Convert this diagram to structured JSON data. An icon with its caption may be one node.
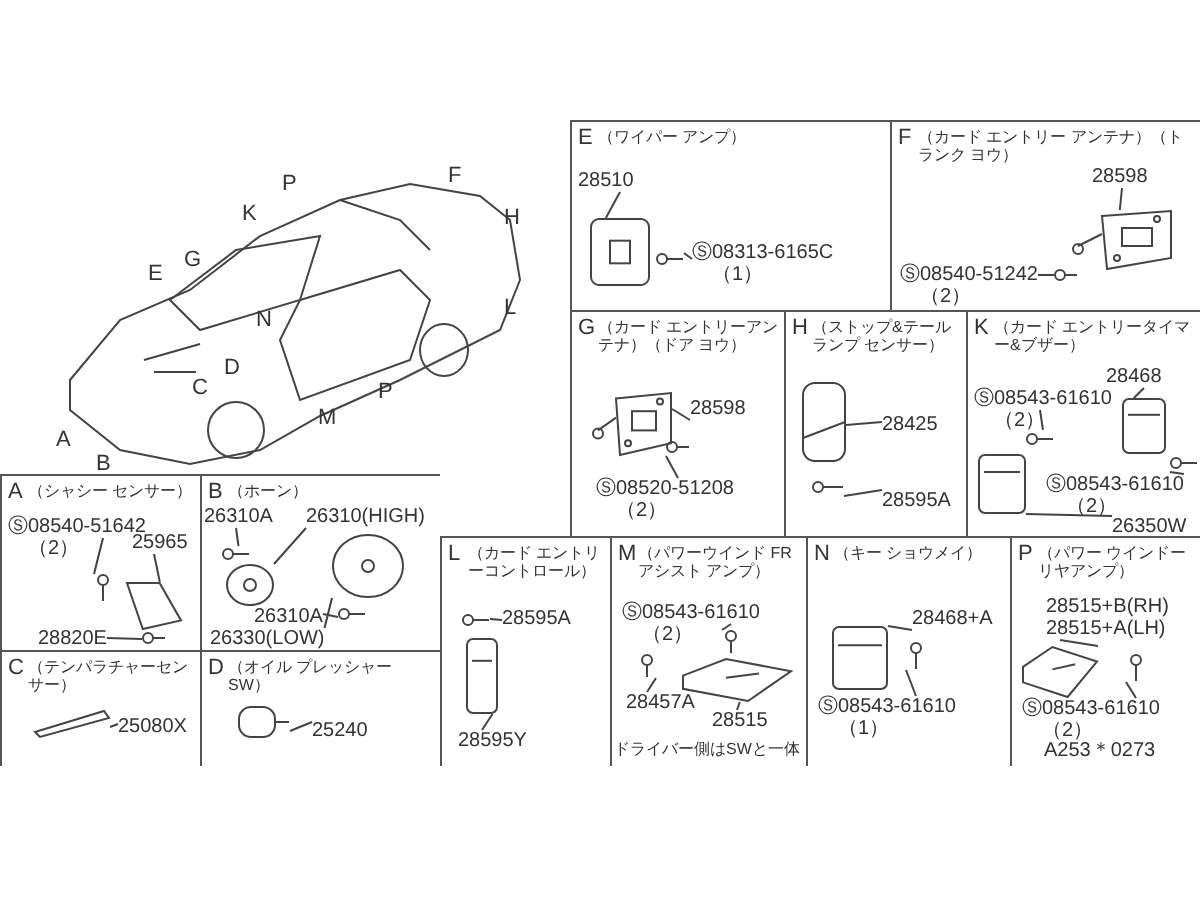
{
  "diagram": {
    "nodes": [
      {
        "text": [
          "E",
          "（ワイパー アンプ）"
        ]
      },
      {
        "text": [
          "F",
          "（カード エントリー アンテナ）（トランク ヨウ）"
        ]
      },
      {
        "text": [
          "G",
          "（カード エントリーアンテナ）（ドア ヨウ）"
        ]
      },
      {
        "text": [
          "H",
          "（ストップ&テールランプ センサー）"
        ]
      },
      {
        "text": [
          "K",
          "（カード エントリータイマー&ブザー）"
        ]
      },
      {
        "text": [
          "A",
          "（シャシー センサー）"
        ]
      },
      {
        "text": [
          "B",
          "（ホーン）"
        ]
      },
      {
        "text": [
          "L",
          "（カード エントリーコントロール）"
        ]
      },
      {
        "text": [
          "M",
          "（パワーウインド FRアシスト アンプ）"
        ]
      },
      {
        "text": [
          "N",
          "（キー ショウメイ）"
        ]
      },
      {
        "text": [
          "P",
          "（パワー ウインドーリヤアンプ）"
        ]
      },
      {
        "text": [
          "C",
          "（テンパラチャーセンサー）"
        ]
      },
      {
        "text": [
          "D",
          "（オイル プレッシャー SW）"
        ]
      },
      {
        "text": [
          "28510"
        ],
        "in": 0
      },
      {
        "text": [],
        "shape": "picture",
        "in": 0
      },
      {
        "text": [
          "Ⓢ08313-6165C"
        ],
        "beside": [
          "（1）"
        ],
        "in": 0
      },
      {
        "text": [],
        "shape": "picture",
        "in": 0
      },
      {
        "text": [
          "28598"
        ],
        "in": 1
      },
      {
        "text": [],
        "shape": "picture",
        "in": 1
      },
      {
        "text": [
          "Ⓢ08540-51242"
        ],
        "beside": [
          "（2）"
        ],
        "in": 1
      },
      {
        "text": [],
        "shape": "picture",
        "in": 1
      },
      {
        "text": [
          "28598"
        ],
        "in": 2
      },
      {
        "text": [],
        "shape": "picture",
        "in": 2
      },
      {
        "text": [
          "Ⓢ08520-51208"
        ],
        "beside": [
          "（2）"
        ],
        "in": 2
      },
      {
        "text": [],
        "shape": "picture",
        "in": 2
      },
      {
        "text": [
          "28425"
        ],
        "in": 3
      },
      {
        "text": [],
        "shape": "picture",
        "in": 3
      },
      {
        "text": [
          "28595A"
        ],
        "in": 3
      },
      {
        "text": [],
        "shape": "picture",
        "in": 3
      },
      {
        "text": [
          "28468"
        ],
        "in": 4
      },
      {
        "text": [],
        "shape": "picture",
        "in": 4
      },
      {
        "text": [
          "Ⓢ08543-61610"
        ],
        "beside": [
          "（2）"
        ],
        "in": 4
      },
      {
        "text": [],
        "shape": "picture",
        "in": 4
      },
      {
        "text": [
          "Ⓢ08543-61610"
        ],
        "beside": [
          "（2）"
        ],
        "in": 4
      },
      {
        "text": [],
        "shape": "picture",
        "in": 4
      },
      {
        "text": [
          "26350W"
        ],
        "in": 4
      },
      {
        "text": [],
        "shape": "picture",
        "in": 4
      },
      {
        "text": [
          "Ⓢ08540-51642"
        ],
        "beside": [
          "（2）"
        ],
        "in": 5
      },
      {
        "text": [],
        "shape": "picture",
        "in": 5
      },
      {
        "text": [
          "25965"
        ],
        "in": 5
      },
      {
        "text": [],
        "shape": "picture",
        "in": 5
      },
      {
        "text": [
          "28820E"
        ],
        "in": 5
      },
      {
        "text": [],
        "shape": "picture",
        "in": 5
      },
      {
        "text": [
          "26310A"
        ],
        "in": 6
      },
      {
        "text": [],
        "shape": "picture",
        "in": 6
      },
      {
        "text": [
          "26310(HIGH)"
        ],
        "in": 6
      },
      {
        "text": [],
        "shape": "picture",
        "in": 6
      },
      {
        "text": [
          "26310A"
        ],
        "in": 6
      },
      {
        "text": [],
        "shape": "picture",
        "in": 6
      },
      {
        "text": [
          "26330(LOW)"
        ],
        "in": 6
      },
      {
        "text": [],
        "shape": "picture",
        "in": 6
      },
      {
        "text": [
          "28595A"
        ],
        "in": 7
      },
      {
        "text": [],
        "shape": "picture",
        "in": 7
      },
      {
        "text": [
          "28595Y"
        ],
        "in": 7
      },
      {
        "text": [],
        "shape": "picture",
        "in": 7
      },
      {
        "text": [
          "Ⓢ08543-61610"
        ],
        "beside": [
          "（2）"
        ],
        "in": 8
      },
      {
        "text": [],
        "shape": "picture",
        "in": 8
      },
      {
        "text": [
          "28457A"
        ],
        "in": 8
      },
      {
        "text": [],
        "shape": "picture",
        "in": 8
      },
      {
        "text": [
          "28515"
        ],
        "in": 8
      },
      {
        "text": [],
        "shape": "picture",
        "in": 8
      },
      {
        "text": [
          "28468+A"
        ],
        "in": 9
      },
      {
        "text": [],
        "shape": "picture",
        "in": 9
      },
      {
        "text": [
          "Ⓢ08543-61610"
        ],
        "beside": [
          "（1）"
        ],
        "in": 9
      },
      {
        "text": [],
        "shape": "picture",
        "in": 9
      },
      {
        "text": [
          "28515+B(RH)",
          "28515+A(LH)"
        ],
        "in": 10
      },
      {
        "text": [],
        "shape": "picture",
        "in": 10
      },
      {
        "text": [
          "Ⓢ08543-61610"
        ],
        "beside": [
          "（2）"
        ],
        "in": 10
      },
      {
        "text": [],
        "shape": "picture",
        "in": 10
      },
      {
        "text": [
          "25080X"
        ],
        "in": 11
      },
      {
        "text": [],
        "shape": "picture",
        "in": 11
      },
      {
        "text": [
          "25240"
        ],
        "in": 12
      },
      {
        "text": [],
        "shape": "picture",
        "in": 12
      }
    ],
    "edges": [
      {
        "from": 13,
        "to": 14,
        "arrow": "none"
      },
      {
        "from": 15,
        "to": 16,
        "arrow": "none"
      },
      {
        "from": 17,
        "to": 18,
        "arrow": "none"
      },
      {
        "from": 19,
        "to": 20,
        "arrow": "none"
      },
      {
        "from": 21,
        "to": 22,
        "arrow": "none"
      },
      {
        "from": 23,
        "to": 24,
        "arrow": "none"
      },
      {
        "from": 25,
        "to": 26,
        "arrow": "none"
      },
      {
        "from": 27,
        "to": 28,
        "arrow": "none"
      },
      {
        "from": 29,
        "to": 30,
        "arrow": "none"
      },
      {
        "from": 31,
        "to": 32,
        "arrow": "none"
      },
      {
        "from": 33,
        "to": 34,
        "arrow": "none"
      },
      {
        "from": 35,
        "to": 36,
        "arrow": "none"
      },
      {
        "from": 37,
        "to": 38,
        "arrow": "none"
      },
      {
        "from": 39,
        "to": 40,
        "arrow": "none"
      },
      {
        "from": 41,
        "to": 42,
        "arrow": "none"
      },
      {
        "from": 43,
        "to": 44,
        "arrow": "none"
      },
      {
        "from": 45,
        "to": 46,
        "arrow": "none"
      },
      {
        "from": 47,
        "to": 48,
        "arrow": "none"
      },
      {
        "from": 49,
        "to": 50,
        "arrow": "none"
      },
      {
        "from": 51,
        "to": 52,
        "arrow": "none"
      },
      {
        "from": 53,
        "to": 54,
        "arrow": "none"
      },
      {
        "from": 55,
        "to": 56,
        "arrow": "none"
      },
      {
        "from": 57,
        "to": 58,
        "arrow": "none"
      },
      {
        "from": 59,
        "to": 60,
        "arrow": "none"
      },
      {
        "from": 61,
        "to": 62,
        "arrow": "none"
      },
      {
        "from": 63,
        "to": 64,
        "arrow": "none"
      },
      {
        "from": 65,
        "to": 66,
        "arrow": "none"
      },
      {
        "from": 67,
        "to": 68,
        "arrow": "none"
      },
      {
        "from": 69,
        "to": 70,
        "arrow": "none"
      },
      {
        "from": 71,
        "to": 72,
        "arrow": "none"
      }
    ],
    "labels": [
      "P",
      "K",
      "F",
      "G",
      "E",
      "H",
      "N",
      "L",
      "D",
      "C",
      "P",
      "M",
      "A",
      "B",
      "ドライバー側はSWと一体",
      "A253＊0273"
    ]
  }
}
